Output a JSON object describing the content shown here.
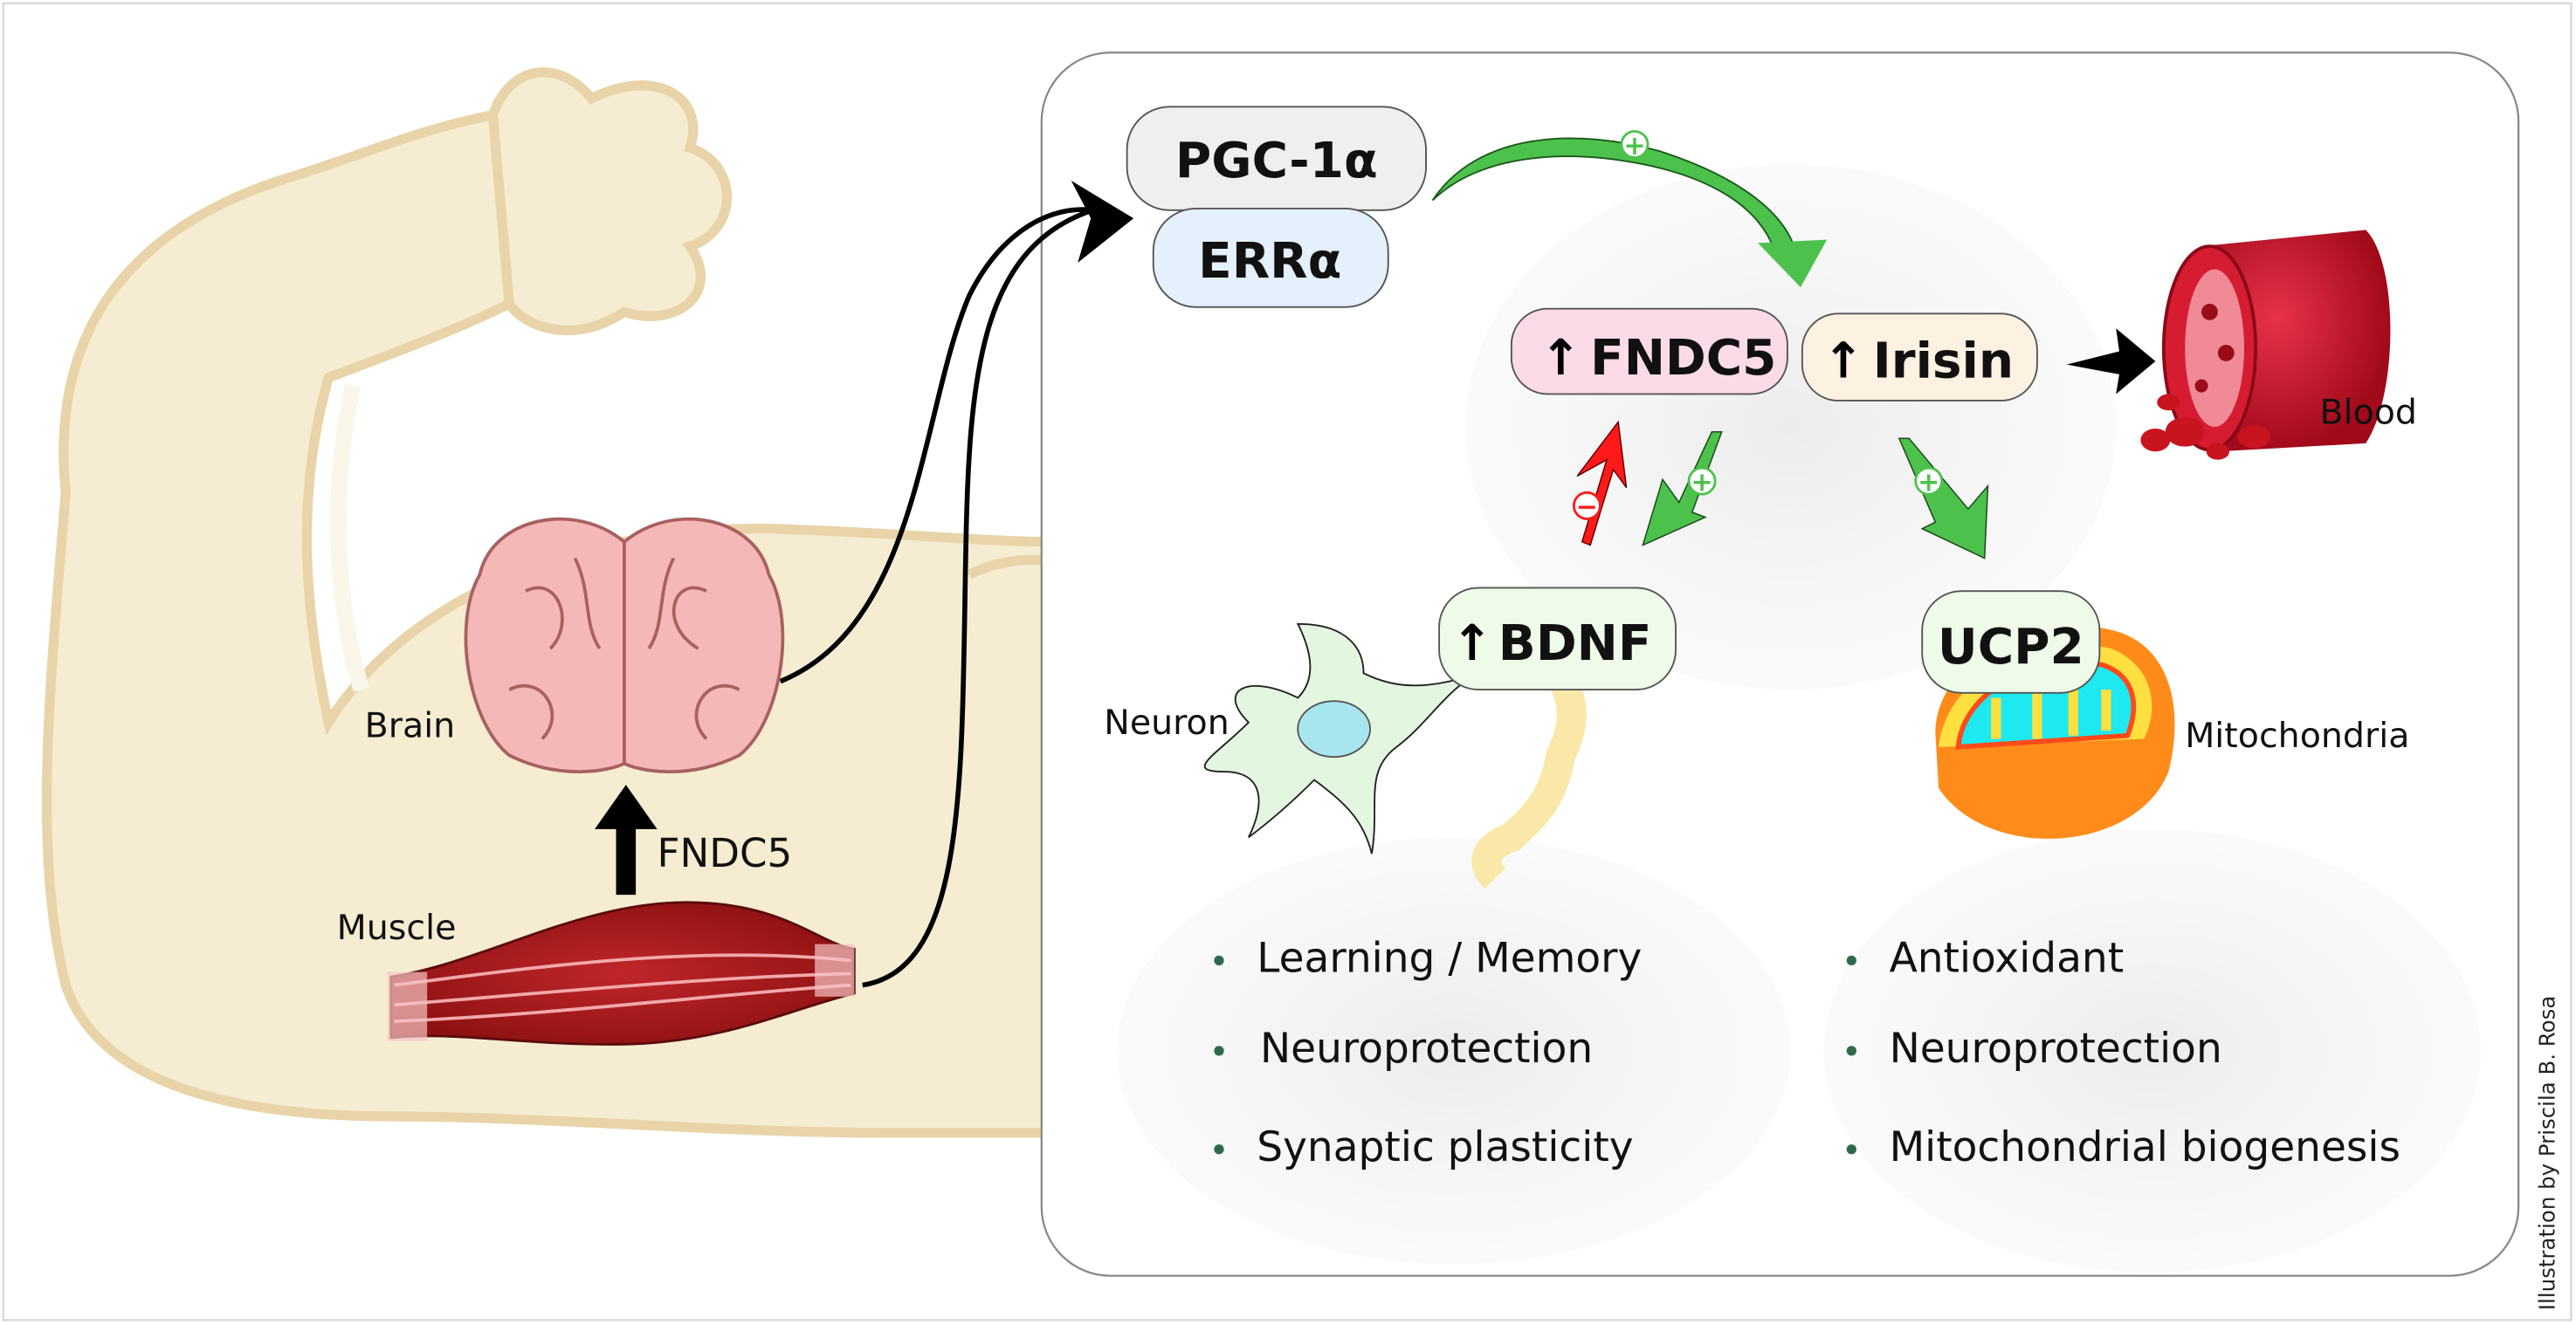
{
  "left": {
    "brain_label": "Brain",
    "muscle_label": "Muscle",
    "arrow_label": "FNDC5"
  },
  "pathway": {
    "pgc": "PGC-1α",
    "erra": "ERRα",
    "fndc5": "FNDC5",
    "irisin": "Irisin",
    "bdnf": "BDNF",
    "ucp2": "UCP2",
    "plus_sign": "+",
    "minus_sign": "−",
    "blood_label": "Blood",
    "neuron_label": "Neuron",
    "mito_label": "Mitochondria"
  },
  "effects_left": [
    "Learning / Memory",
    "Neuroprotection",
    "Synaptic plasticity"
  ],
  "effects_right": [
    "Antioxidant",
    "Neuroprotection",
    "Mitochondrial biogenesis"
  ],
  "credit": "Illustration by Priscila B. Rosa",
  "colors": {
    "arm": "#f6ecd2",
    "arm_outline": "#e8d4a8",
    "green_arrow": "#4cc24c",
    "red_arrow": "#ff1a1a",
    "pgc_box": "#efefef",
    "erra_box": "#e4f0fb",
    "fndc5_box": "#fbdbe7",
    "irisin_box": "#fdf1e2",
    "bdnf_box": "#eefbe8"
  }
}
